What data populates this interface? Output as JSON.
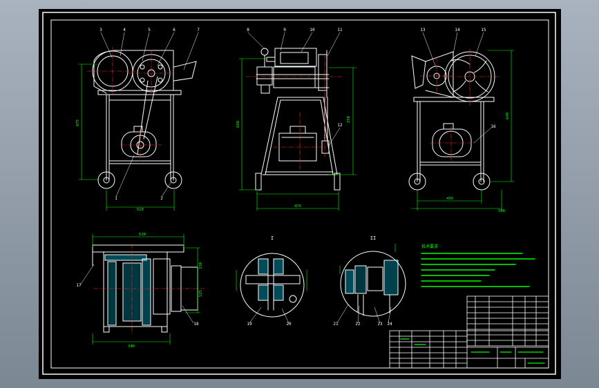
{
  "colors": {
    "viewport_bg": "#a4aeba",
    "sheet_bg": "#000000",
    "outline": "#ffffff",
    "dimension": "#00ff00",
    "centerline": "#ff3030",
    "hatch": "#00d8ff",
    "title_text": "#00ff00"
  },
  "views": {
    "front": {
      "callouts": [
        "3",
        "4",
        "5",
        "6",
        "7",
        "1",
        "2"
      ],
      "dims": [
        "875",
        "520"
      ]
    },
    "side": {
      "callouts": [
        "8",
        "9",
        "10",
        "11",
        "12"
      ],
      "dims": [
        "660",
        "250",
        "470"
      ]
    },
    "rear": {
      "callouts": [
        "13",
        "14",
        "15",
        "16"
      ],
      "dims": [
        "640",
        "430",
        "500"
      ]
    },
    "plan": {
      "callouts": [
        "17",
        "18"
      ],
      "dims": [
        "620",
        "330",
        "525",
        "340"
      ]
    },
    "detail_a": {
      "label": "I",
      "callouts": [
        "19",
        "20"
      ]
    },
    "detail_b": {
      "label": "II",
      "callouts": [
        "21",
        "22",
        "23",
        "24"
      ]
    }
  },
  "notes": {
    "title": "技术要求"
  }
}
